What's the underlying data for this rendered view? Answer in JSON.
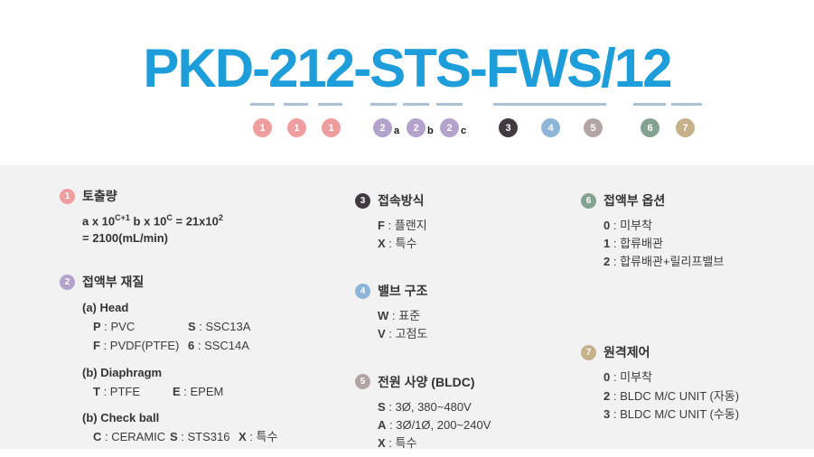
{
  "colors": {
    "accent": "#1d9dd9",
    "underline": "#a9c2d6",
    "panel_bg": "#f2f2f3"
  },
  "title": {
    "model": "PKD-212-STS-FWS/12"
  },
  "markers": {
    "items": [
      {
        "label": "1",
        "color": "#ee9e9e"
      },
      {
        "label": "1",
        "color": "#ee9e9e"
      },
      {
        "label": "1",
        "color": "#ee9e9e"
      },
      {
        "label": "2",
        "suffix": "a",
        "color": "#b2a2cc"
      },
      {
        "label": "2",
        "suffix": "b",
        "color": "#b2a2cc"
      },
      {
        "label": "2",
        "suffix": "c",
        "color": "#b2a2cc"
      },
      {
        "label": "3",
        "color": "#413a3e"
      },
      {
        "label": "4",
        "color": "#8db5d8"
      },
      {
        "label": "5",
        "color": "#b3a5a7"
      },
      {
        "label": "6",
        "color": "#84a290"
      },
      {
        "label": "7",
        "color": "#c7b18b"
      }
    ]
  },
  "legend": {
    "discharge": {
      "num": "1",
      "color": "#ee9e9e",
      "title": "토출량",
      "formula": {
        "p1": "a x 10",
        "s1": "C+1",
        "p2": " b x 10",
        "s2": "C",
        "p3": " = 21x10",
        "s3": "2"
      },
      "result": "= 2100(mL/min)"
    },
    "materials": {
      "num": "2",
      "color": "#b2a2cc",
      "title": "접액부 재질",
      "head_label": "(a) Head",
      "head_rows": [
        [
          "P : PVC",
          "S : SSC13A"
        ],
        [
          "F : PVDF(PTFE)",
          "6 : SSC14A"
        ]
      ],
      "diaphragm_label": "(b) Diaphragm",
      "diaphragm_rows": [
        [
          "T : PTFE",
          "E : EPEM"
        ]
      ],
      "checkball_label": "(b) Check ball",
      "checkball_row": [
        "C : CERAMIC",
        "S : STS316",
        "X : 특수"
      ]
    },
    "connection": {
      "num": "3",
      "color": "#413a3e",
      "title": "접속방식",
      "options": [
        "F : 플랜지",
        "X : 특수"
      ]
    },
    "valve": {
      "num": "4",
      "color": "#8db5d8",
      "title": "밸브 구조",
      "options": [
        "W : 표준",
        "V : 고점도"
      ]
    },
    "power": {
      "num": "5",
      "color": "#b3a5a7",
      "title": "전원 사양 (BLDC)",
      "options": [
        "S : 3Ø, 380~480V",
        "A : 3Ø/1Ø, 200~240V",
        "X : 특수"
      ]
    },
    "wetted_option": {
      "num": "6",
      "color": "#84a290",
      "title": "접액부 옵션",
      "options": [
        "0 : 미부착",
        "1 : 합류배관",
        "2 : 합류배관+릴리프밸브"
      ]
    },
    "remote": {
      "num": "7",
      "color": "#c7b18b",
      "title": "원격제어",
      "options": [
        "0 : 미부착",
        "2 : BLDC M/C UNIT (자동)",
        "3 : BLDC M/C UNIT (수동)"
      ]
    }
  }
}
